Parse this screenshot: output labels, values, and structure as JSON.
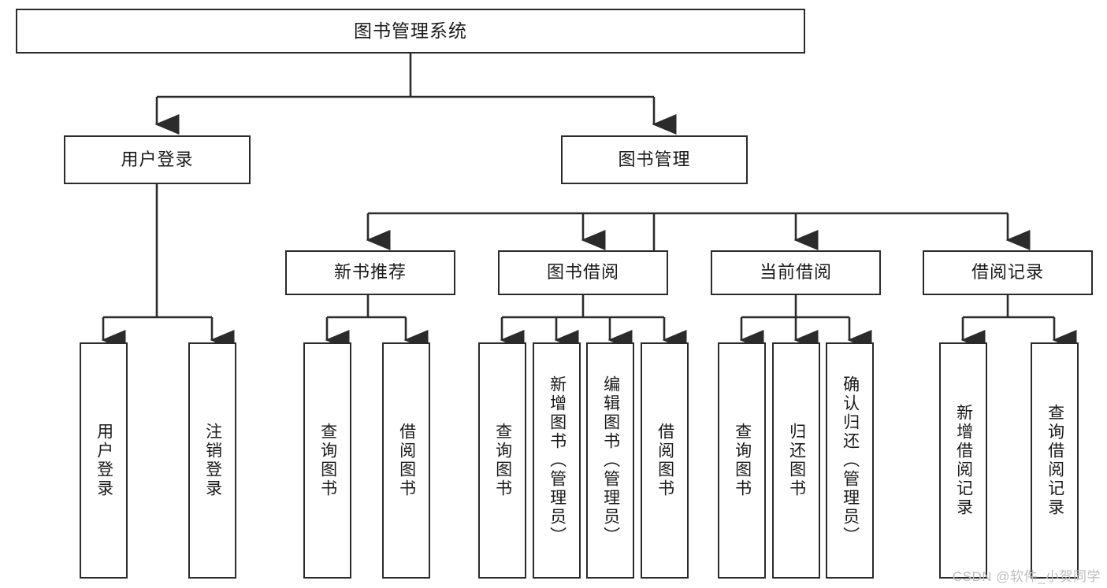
{
  "diagram": {
    "title": "图书管理系统",
    "type": "tree-hierarchy",
    "watermark": "CSDN @软件_小贺同学",
    "colors": {
      "stroke": "#2b2b2b",
      "fill": "#ffffff",
      "text": "#1a1a1a",
      "watermark": "#bdbdbd"
    },
    "nodes": {
      "root": {
        "label": "图书管理系统"
      },
      "level1": [
        {
          "id": "user-login",
          "label": "用户登录"
        },
        {
          "id": "book-manage",
          "label": "图书管理"
        }
      ],
      "level2": [
        {
          "id": "new-book-rec",
          "label": "新书推荐"
        },
        {
          "id": "book-borrow",
          "label": "图书借阅"
        },
        {
          "id": "current-borrow",
          "label": "当前借阅"
        },
        {
          "id": "borrow-record",
          "label": "借阅记录"
        }
      ],
      "leaves": {
        "user-login": [
          {
            "id": "leaf-user-login",
            "label": "用户登录"
          },
          {
            "id": "leaf-logout",
            "label": "注销登录"
          }
        ],
        "new-book-rec": [
          {
            "id": "leaf-query-book-1",
            "label": "查询图书"
          },
          {
            "id": "leaf-borrow-book-1",
            "label": "借阅图书"
          }
        ],
        "book-borrow": [
          {
            "id": "leaf-query-book-2",
            "label": "查询图书"
          },
          {
            "id": "leaf-add-book",
            "label": "新增图书（管理员）"
          },
          {
            "id": "leaf-edit-book",
            "label": "编辑图书（管理员）"
          },
          {
            "id": "leaf-borrow-book-2",
            "label": "借阅图书"
          }
        ],
        "current-borrow": [
          {
            "id": "leaf-query-book-3",
            "label": "查询图书"
          },
          {
            "id": "leaf-return-book",
            "label": "归还图书"
          },
          {
            "id": "leaf-confirm-return",
            "label": "确认归还（管理员）"
          }
        ],
        "borrow-record": [
          {
            "id": "leaf-add-record",
            "label": "新增借阅记录"
          },
          {
            "id": "leaf-query-record",
            "label": "查询借阅记录"
          }
        ]
      }
    }
  }
}
